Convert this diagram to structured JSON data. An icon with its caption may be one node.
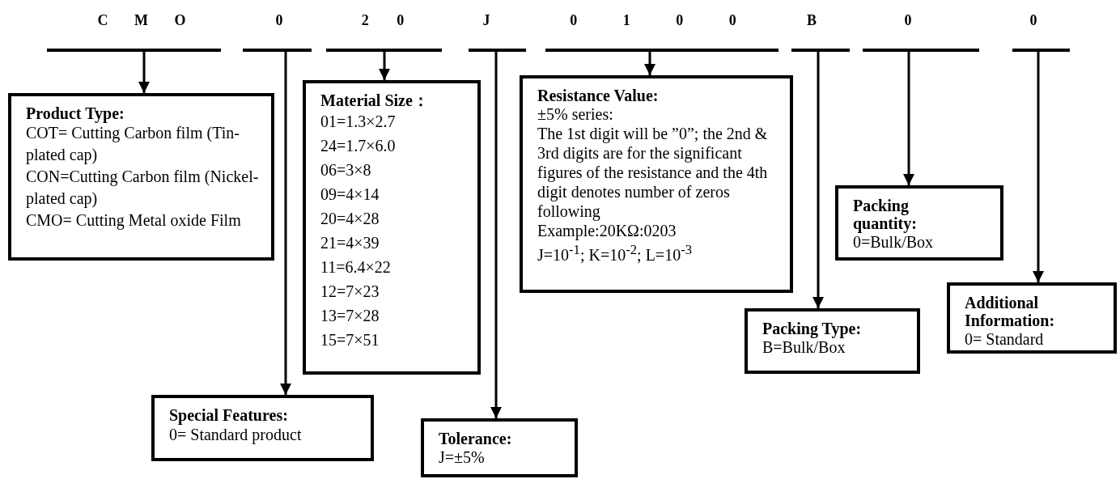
{
  "diagram": {
    "nodes": [
      {
        "text": [
          "C M O"
        ]
      },
      {
        "text": [
          "0"
        ]
      },
      {
        "text": [
          "2 0"
        ]
      },
      {
        "text": [
          "J"
        ]
      },
      {
        "text": [
          "0 1 0 0"
        ]
      },
      {
        "text": [
          "B"
        ]
      },
      {
        "text": [
          "0"
        ]
      },
      {
        "text": [
          "0"
        ]
      },
      {
        "text": [
          "Product Type:",
          "COT= Cutting Carbon film (Tin-plated cap)",
          "CON=Cutting Carbon film (Nickel-plated cap)",
          "CMO= Cutting Metal oxide Film"
        ]
      },
      {
        "text": [
          "Special Features:",
          "0= Standard product"
        ]
      },
      {
        "text": [
          "Material Size：",
          "01=1.3×2.7",
          "24=1.7×6.0",
          "06=3×8",
          "09=4×14",
          "20=4×28",
          "21=4×39",
          "11=6.4×22",
          "12=7×23",
          "13=7×28",
          "15=7×51"
        ]
      },
      {
        "text": [
          "Tolerance:",
          "J=±5%"
        ]
      },
      {
        "text": [
          "Resistance Value:",
          "±5% series:",
          "The 1st digit will be ”0”; the 2nd & 3rd digits are for the significant figures of the resistance and the 4th digit denotes number of zeros following",
          "Example:20KΩ:0203",
          "J=10$^{-1}$; K=10$^{-2}$; L=10$^{-3}$"
        ]
      },
      {
        "text": [
          "Packing Type:",
          "B=Bulk/Box"
        ]
      },
      {
        "text": [
          "Packing quantity:",
          "0=Bulk/Box"
        ]
      },
      {
        "text": [
          "Additional Information:",
          "0= Standard"
        ]
      }
    ],
    "edges": [
      {
        "from": 0,
        "to": 8,
        "arrow": "to"
      },
      {
        "from": 1,
        "to": 9,
        "arrow": "to"
      },
      {
        "from": 2,
        "to": 10,
        "arrow": "to"
      },
      {
        "from": 3,
        "to": 11,
        "arrow": "to"
      },
      {
        "from": 4,
        "to": 12,
        "arrow": "to"
      },
      {
        "from": 5,
        "to": 13,
        "arrow": "to"
      },
      {
        "from": 6,
        "to": 14,
        "arrow": "to"
      },
      {
        "from": 7,
        "to": 15,
        "arrow": "to"
      }
    ]
  }
}
